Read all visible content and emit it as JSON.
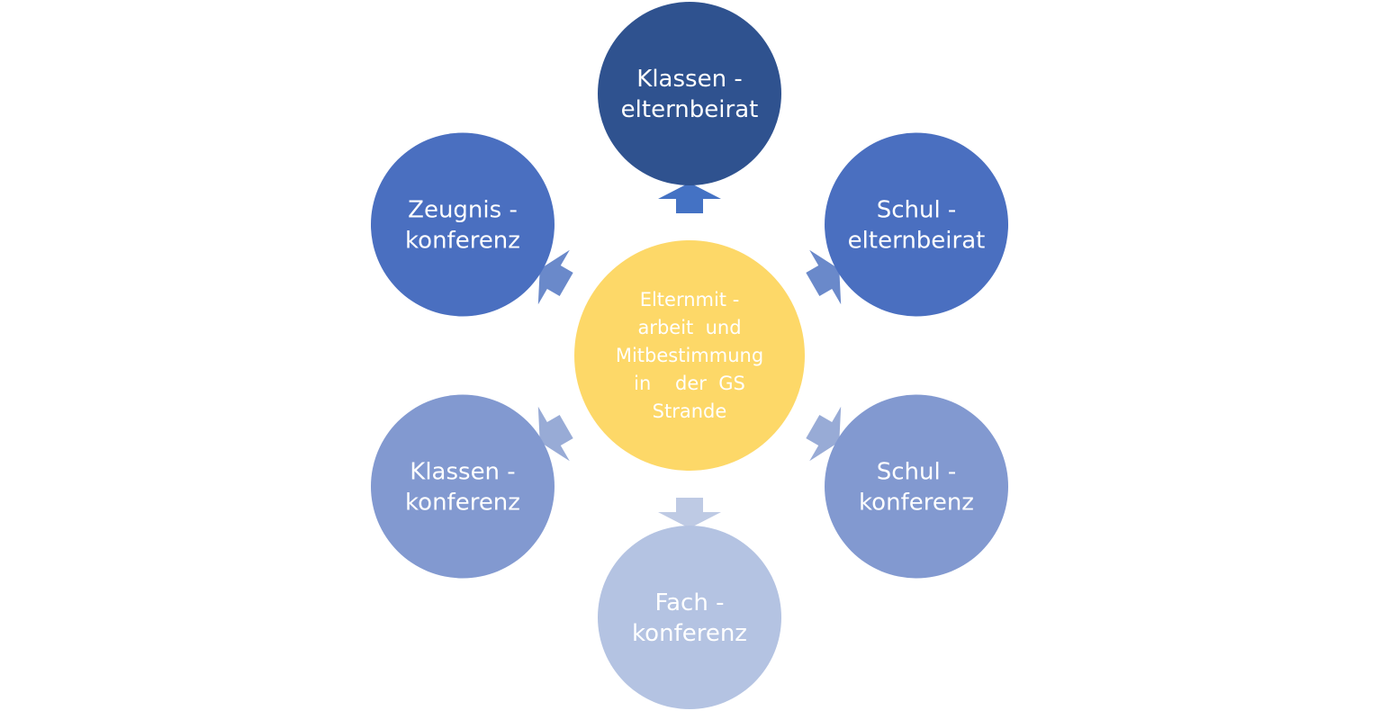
{
  "center": {
    "lines": [
      "Elternmit -",
      "arbeit  und",
      "Mitbestimmung",
      "in    der  GS",
      "Strande"
    ],
    "color": "#FDD868"
  },
  "nodes": [
    {
      "id": "klassenelternbeirat",
      "lines": [
        "Klassen -",
        "elternbeirat"
      ],
      "color": "#2F528F",
      "arrow_color": "#4472C4",
      "angle": 0
    },
    {
      "id": "schulelternbeirat",
      "lines": [
        "Schul -",
        "elternbeirat"
      ],
      "color": "#4A6FC0",
      "arrow_color": "#6A89CA",
      "angle": 60
    },
    {
      "id": "schulkonferenz",
      "lines": [
        "Schul -",
        "konferenz"
      ],
      "color": "#8299D0",
      "arrow_color": "#98ABD6",
      "angle": 120
    },
    {
      "id": "fachkonferenz",
      "lines": [
        "Fach -",
        "konferenz"
      ],
      "color": "#B4C3E2",
      "arrow_color": "#BECAE4",
      "angle": 180
    },
    {
      "id": "klassenkonferenz",
      "lines": [
        "Klassen -",
        "konferenz"
      ],
      "color": "#8299D0",
      "arrow_color": "#98ABD6",
      "angle": 240
    },
    {
      "id": "zeugniskonferenz",
      "lines": [
        "Zeugnis -",
        "konferenz"
      ],
      "color": "#4A6FC0",
      "arrow_color": "#6A89CA",
      "angle": 300
    }
  ]
}
